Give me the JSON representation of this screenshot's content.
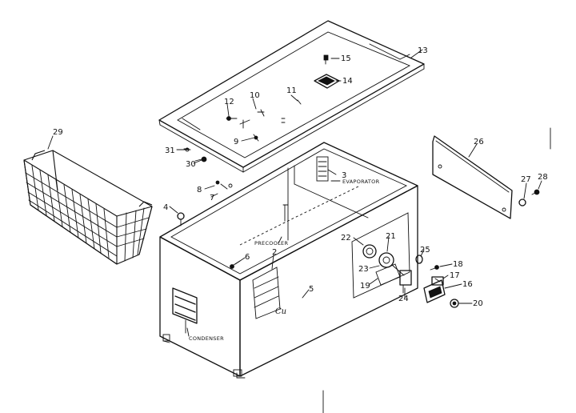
{
  "callouts": {
    "n2": "2",
    "n3": "3",
    "n4": "4",
    "n5": "5",
    "n6": "6",
    "n7": "7",
    "n8": "8",
    "n9": "9",
    "n10": "10",
    "n11": "11",
    "n12": "12",
    "n13": "13",
    "n14": "14",
    "n15": "15",
    "n16": "16",
    "n17": "17",
    "n18": "18",
    "n19": "19",
    "n20": "20",
    "n21": "21",
    "n22": "22",
    "n23": "23",
    "n24": "24",
    "n25": "25",
    "n26": "26",
    "n27": "27",
    "n28": "28",
    "n29": "29",
    "n30": "30",
    "n31": "31"
  },
  "labels": {
    "evaporator": "EVAPORATOR",
    "precooler": "PRECOOLER",
    "condenser": "CONDENSER",
    "handwriting": "Cu"
  }
}
